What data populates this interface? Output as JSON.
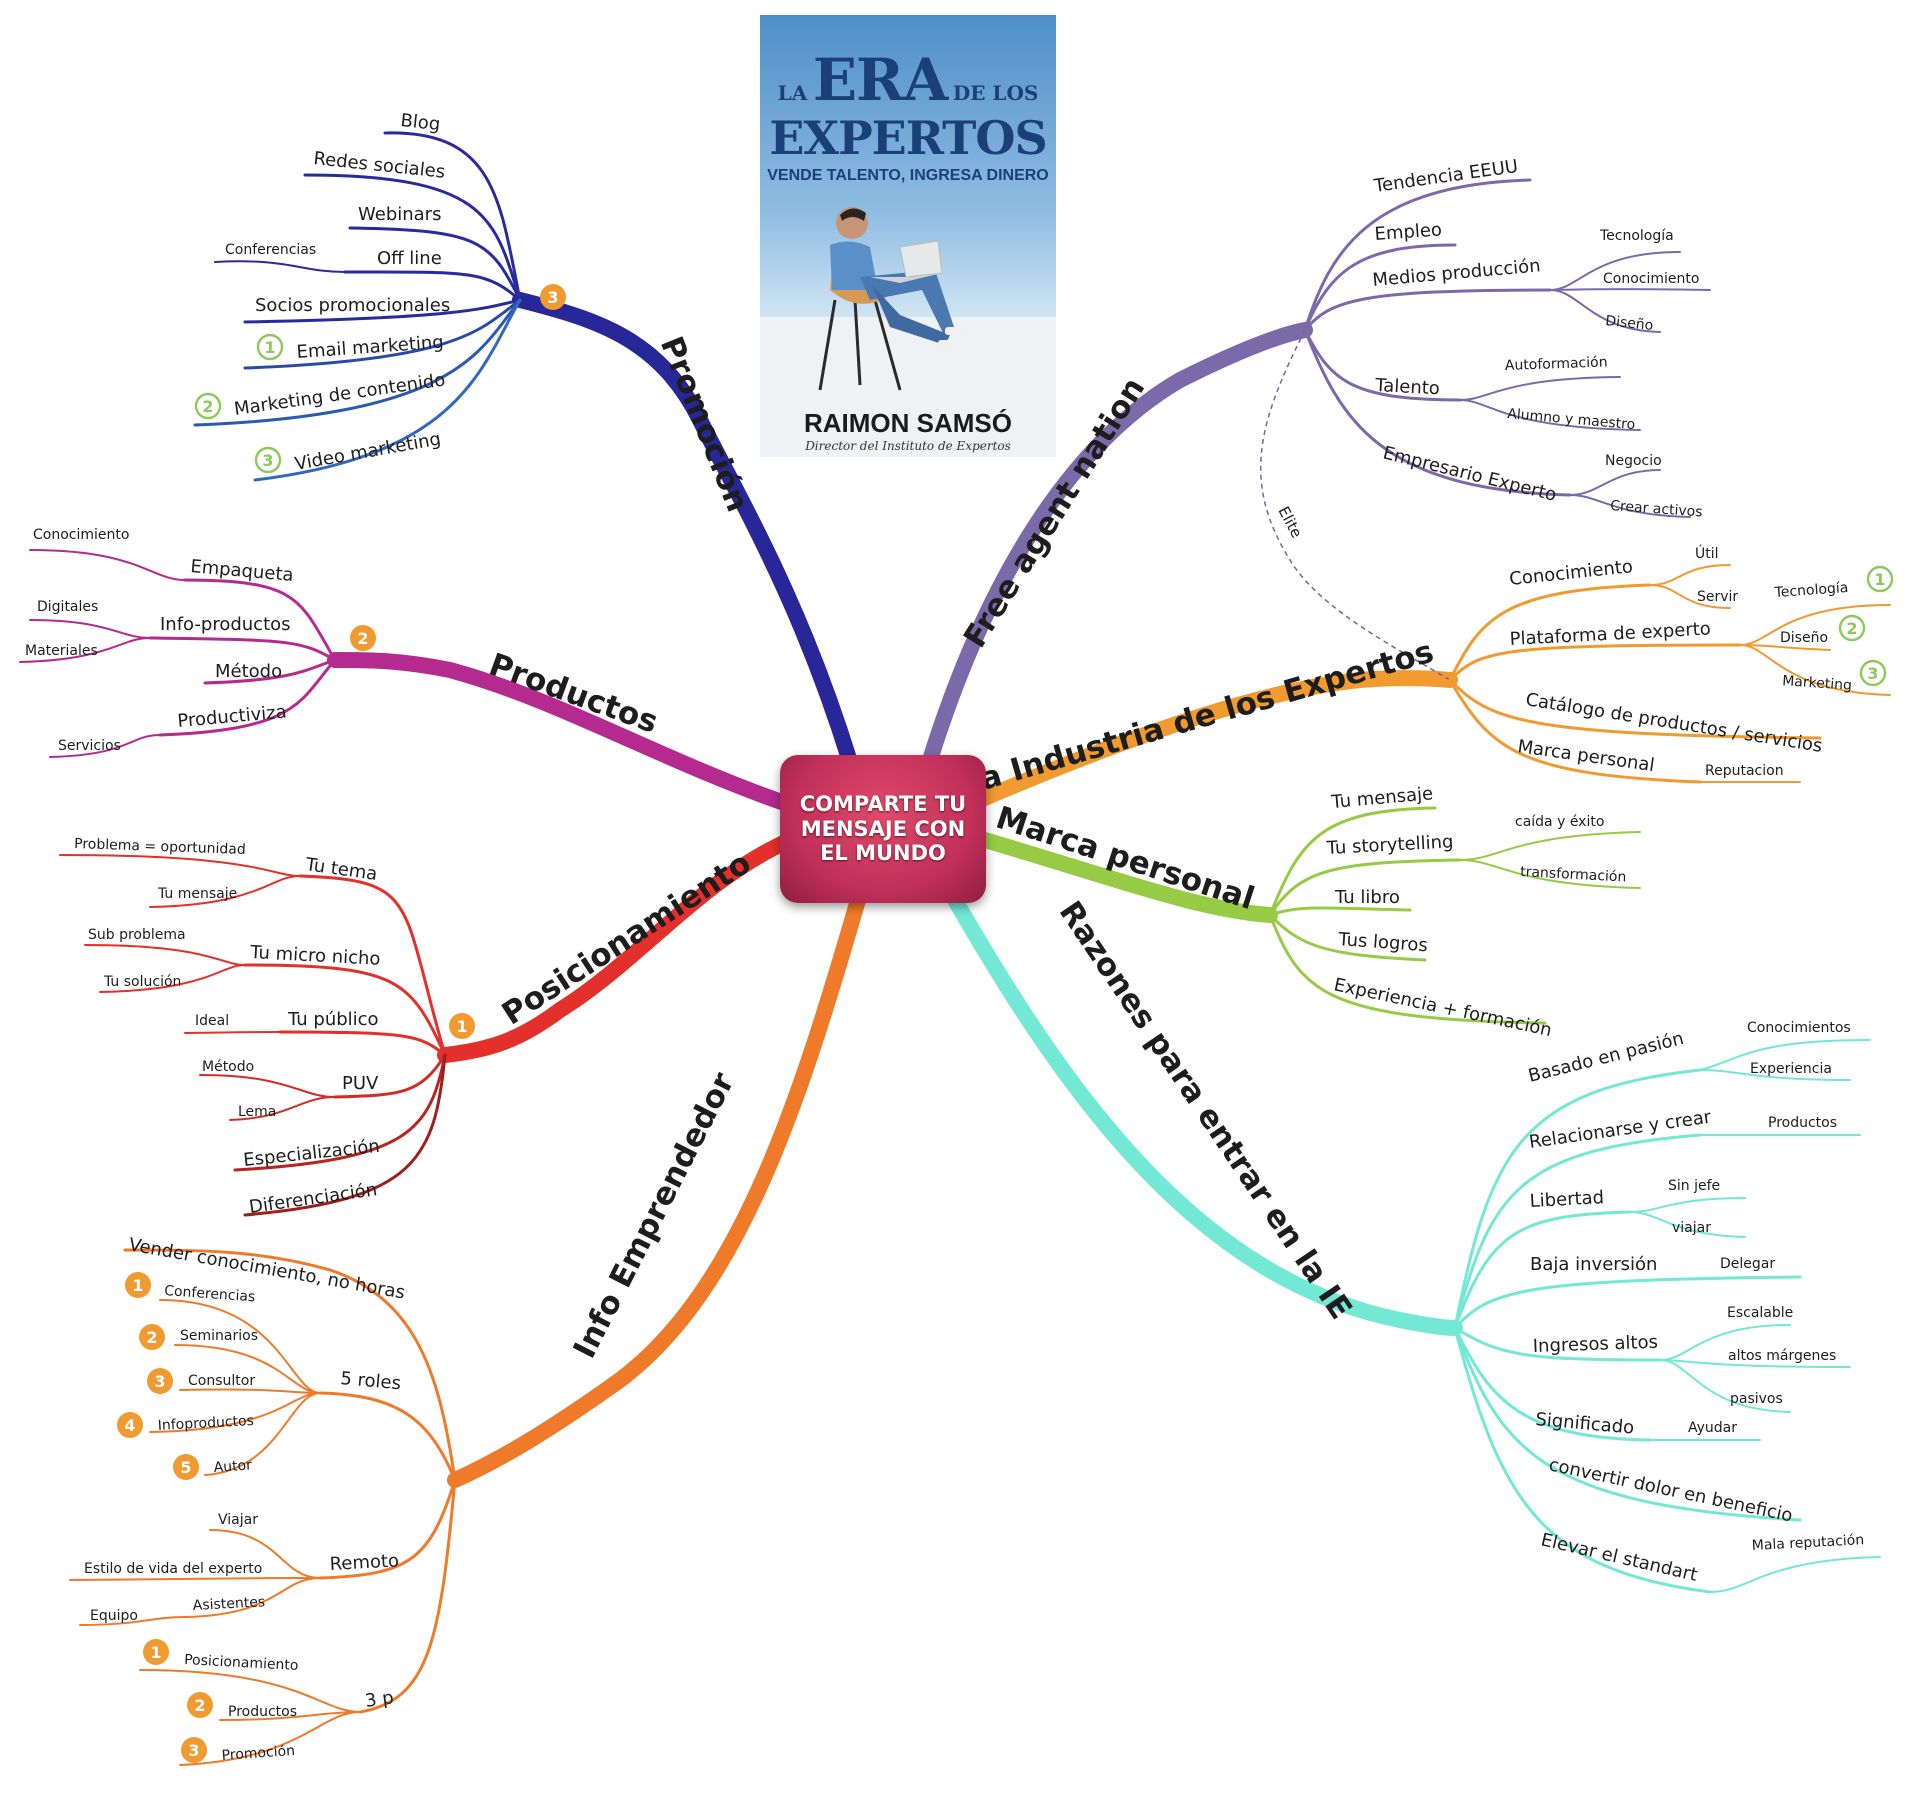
{
  "center": "COMPARTE TU MENSAJE CON EL MUNDO",
  "book": {
    "la": "LA",
    "era": "ERA",
    "de_los": "DE LOS",
    "expertos": "EXPERTOS",
    "subtitle": "VENDE TALENTO, INGRESA DINERO",
    "author": "RAIMON SAMSÓ",
    "author_title": "Director del Instituto de Expertos"
  },
  "colors": {
    "promocion": "#27279a",
    "productos": "#b52a8f",
    "posicionamiento": "#e3302b",
    "info": "#ee7a2a",
    "free": "#7b6aaa",
    "industria": "#f09a30",
    "marca": "#97cb45",
    "razones": "#72e8d5",
    "badge_orange": "#f09a30",
    "badge_green": "#8ec85a"
  },
  "connector": {
    "label": "Elite"
  },
  "branches": {
    "promocion": {
      "label": "Promoción",
      "badge": "3",
      "items": [
        "Blog",
        "Redes sociales",
        "Webinars",
        "Off line",
        "Conferencias",
        "Socios promocionales",
        "Email marketing",
        "Marketing de contenido",
        "Video marketing"
      ],
      "badges": [
        "1",
        "2",
        "3"
      ]
    },
    "productos": {
      "label": "Productos",
      "badge": "2",
      "items": [
        "Empaqueta",
        "Conocimiento",
        "Info-productos",
        "Digitales",
        "Materiales",
        "Método",
        "Productiviza",
        "Servicios"
      ]
    },
    "posicionamiento": {
      "label": "Posicionamiento",
      "badge": "1",
      "items": [
        "Tu tema",
        "Problema = oportunidad",
        "Tu mensaje",
        "Tu micro nicho",
        "Sub problema",
        "Tu solución",
        "Tu público",
        "Ideal",
        "PUV",
        "Método",
        "Lema",
        "Especialización",
        "Diferenciación"
      ]
    },
    "info": {
      "label": "Info Emprendedor",
      "items": [
        "Vender conocimiento, no horas",
        "5 roles",
        "Conferencias",
        "Seminarios",
        "Consultor",
        "Infoproductos",
        "Autor",
        "Remoto",
        "Viajar",
        "Estilo de vida del experto",
        "Asistentes",
        "Equipo",
        "3 p",
        "Posicionamiento",
        "Productos",
        "Promoción"
      ],
      "role_badges": [
        "1",
        "2",
        "3",
        "4",
        "5"
      ],
      "p_badges": [
        "1",
        "2",
        "3"
      ]
    },
    "free": {
      "label": "Free agent nation",
      "items": [
        "Tendencia EEUU",
        "Empleo",
        "Medios producción",
        "Tecnología",
        "Conocimiento",
        "Diseño",
        "Talento",
        "Autoformación",
        "Alumno y maestro",
        "Empresario Experto",
        "Negocio",
        "Crear activos"
      ]
    },
    "industria": {
      "label": "La Industria de los Expertos",
      "items": [
        "Conocimiento",
        "Útil",
        "Servir",
        "Plataforma de experto",
        "Tecnología",
        "Diseño",
        "Marketing",
        "Catálogo de productos / servicios",
        "Marca personal",
        "Reputacion"
      ],
      "badges": [
        "1",
        "2",
        "3"
      ]
    },
    "marca": {
      "label": "Marca personal",
      "items": [
        "Tu mensaje",
        "Tu storytelling",
        "caída y éxito",
        "transformación",
        "Tu libro",
        "Tus logros",
        "Experiencia + formación"
      ]
    },
    "razones": {
      "label": "Razones para entrar en la IE",
      "items": [
        "Basado en pasión",
        "Conocimientos",
        "Experiencia",
        "Relacionarse y crear",
        "Productos",
        "Libertad",
        "Sin jefe",
        "viajar",
        "Baja inversión",
        "Delegar",
        "Ingresos altos",
        "Escalable",
        "altos márgenes",
        "pasivos",
        "Significado",
        "Ayudar",
        "convertir dolor en beneficio",
        "Elevar el standart",
        "Mala reputación"
      ]
    }
  }
}
